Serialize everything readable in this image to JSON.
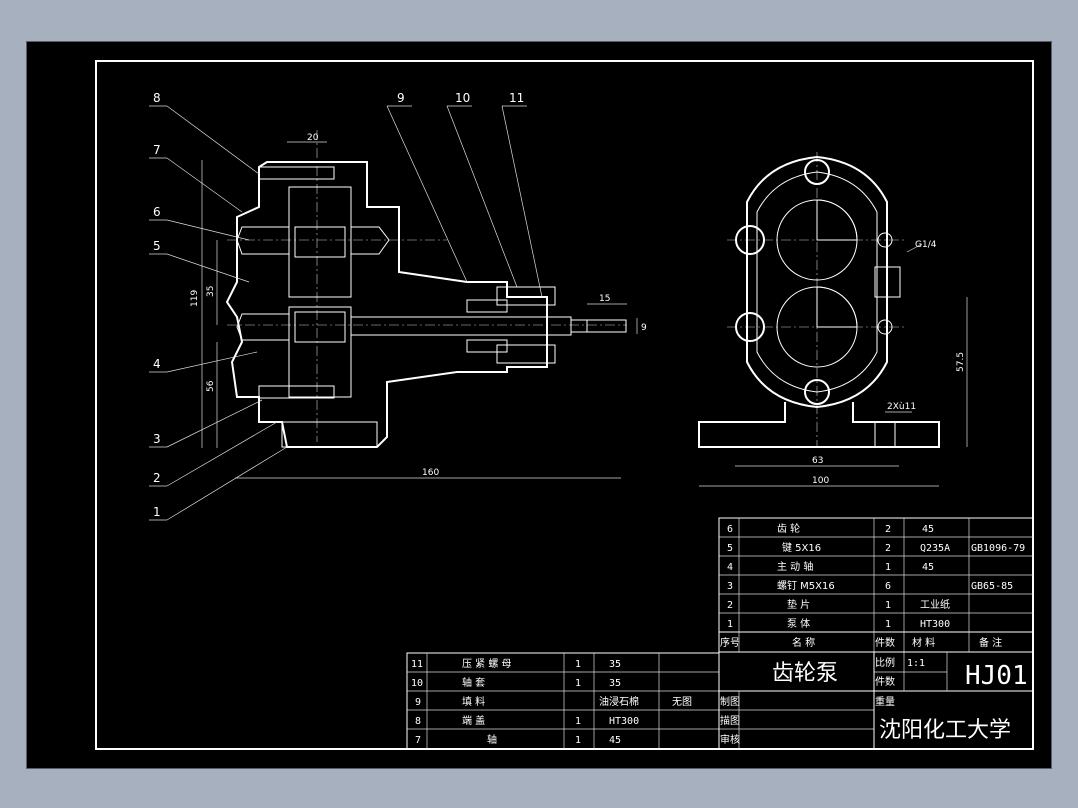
{
  "drawing": {
    "balloons": [
      "8",
      "7",
      "6",
      "5",
      "4",
      "3",
      "2",
      "1",
      "9",
      "10",
      "11"
    ],
    "dimensions": {
      "width_top": "20",
      "height_total": "119",
      "height_mid": "35",
      "height_low": "56",
      "length": "160",
      "shaft_end": "15",
      "shaft_dia": "9",
      "side_width_inner": "63",
      "side_width": "100",
      "side_height": "57.5",
      "hole_spec": "2Xù11",
      "thread": "G1/4"
    }
  },
  "parts_list": {
    "header": {
      "seq": "序号",
      "name": "名  称",
      "qty": "件数",
      "material": "材  料",
      "note": "备  注"
    },
    "rows_right": [
      {
        "seq": "6",
        "name": "齿    轮",
        "qty": "2",
        "material": "45",
        "note": ""
      },
      {
        "seq": "5",
        "name": "键  5X16",
        "qty": "2",
        "material": "Q235A",
        "note": "GB1096-79"
      },
      {
        "seq": "4",
        "name": "主  动  轴",
        "qty": "1",
        "material": "45",
        "note": ""
      },
      {
        "seq": "3",
        "name": "螺钉 M5X16",
        "qty": "6",
        "material": "",
        "note": "GB65-85"
      },
      {
        "seq": "2",
        "name": "垫    片",
        "qty": "1",
        "material": "工业纸",
        "note": ""
      },
      {
        "seq": "1",
        "name": "泵    体",
        "qty": "1",
        "material": "HT300",
        "note": ""
      }
    ],
    "rows_left": [
      {
        "seq": "11",
        "name": "压 紧 螺 母",
        "qty": "1",
        "material": "35",
        "note": ""
      },
      {
        "seq": "10",
        "name": "轴      套",
        "qty": "1",
        "material": "35",
        "note": ""
      },
      {
        "seq": "9",
        "name": "填      料",
        "qty": "",
        "material": "油浸石棉",
        "note": "无图"
      },
      {
        "seq": "8",
        "name": "端      盖",
        "qty": "1",
        "material": "HT300",
        "note": ""
      },
      {
        "seq": "7",
        "name": "轴",
        "qty": "1",
        "material": "45",
        "note": ""
      }
    ]
  },
  "title_block": {
    "title": "齿轮泵",
    "scale_label": "比例",
    "scale_value": "1:1",
    "count_label": "件数",
    "weight_label": "重量",
    "drawing_no": "HJ01",
    "drawn_label": "制图",
    "traced_label": "描图",
    "checked_label": "审核",
    "school": "沈阳化工大学"
  }
}
